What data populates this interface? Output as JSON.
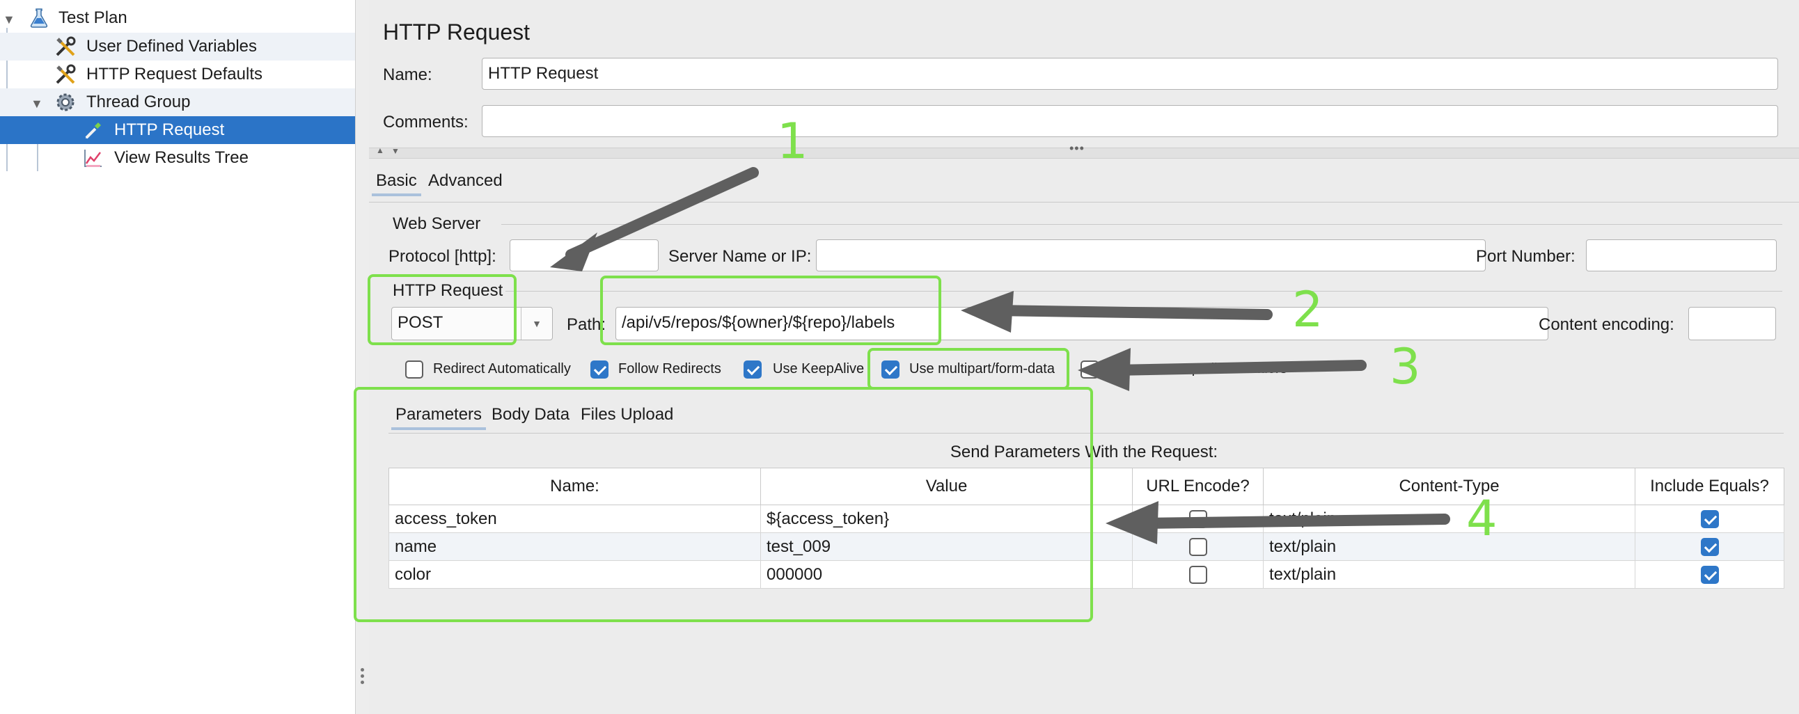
{
  "tree": {
    "items": [
      {
        "label": "Test Plan",
        "icon": "flask-icon"
      },
      {
        "label": "User Defined Variables",
        "icon": "wrench-icon"
      },
      {
        "label": "HTTP Request Defaults",
        "icon": "wrench-icon"
      },
      {
        "label": "Thread Group",
        "icon": "gear-icon"
      },
      {
        "label": "HTTP Request",
        "icon": "pipette-icon",
        "selected": true
      },
      {
        "label": "View Results Tree",
        "icon": "chart-icon"
      }
    ]
  },
  "editor": {
    "title": "HTTP Request",
    "name_label": "Name:",
    "name_value": "HTTP Request",
    "comments_label": "Comments:",
    "comments_value": "",
    "tabs": [
      "Basic",
      "Advanced"
    ],
    "web_server": {
      "section_label": "Web Server",
      "protocol_label": "Protocol [http]:",
      "protocol_value": "",
      "server_label": "Server Name or IP:",
      "server_value": "",
      "port_label": "Port Number:",
      "port_value": ""
    },
    "http_request": {
      "section_label": "HTTP Request",
      "method": "POST",
      "path_label": "Path:",
      "path_value": "/api/v5/repos/${owner}/${repo}/labels",
      "encoding_label": "Content encoding:",
      "encoding_value": ""
    },
    "options": [
      {
        "label": "Redirect Automatically",
        "checked": false
      },
      {
        "label": "Follow Redirects",
        "checked": true
      },
      {
        "label": "Use KeepAlive",
        "checked": true
      },
      {
        "label": "Use multipart/form-data",
        "checked": true
      },
      {
        "label": "Browser-compatible headers",
        "checked": false
      }
    ],
    "param_tabs": [
      "Parameters",
      "Body Data",
      "Files Upload"
    ],
    "send_params_label": "Send Parameters With the Request:",
    "table": {
      "headers": [
        "Name:",
        "Value",
        "URL Encode?",
        "Content-Type",
        "Include Equals?"
      ],
      "rows": [
        {
          "name": "access_token",
          "value": "${access_token}",
          "url_encode": false,
          "content_type": "text/plain",
          "include_equals": true
        },
        {
          "name": "name",
          "value": "test_009",
          "url_encode": false,
          "content_type": "text/plain",
          "include_equals": true
        },
        {
          "name": "color",
          "value": "000000",
          "url_encode": false,
          "content_type": "text/plain",
          "include_equals": true
        }
      ]
    }
  },
  "annotations": {
    "numbers": [
      "1",
      "2",
      "3",
      "4"
    ],
    "color": "#7ee04c"
  },
  "colors": {
    "selection": "#2b74c7",
    "checkbox": "#2e77c8",
    "panel": "#ececec"
  }
}
